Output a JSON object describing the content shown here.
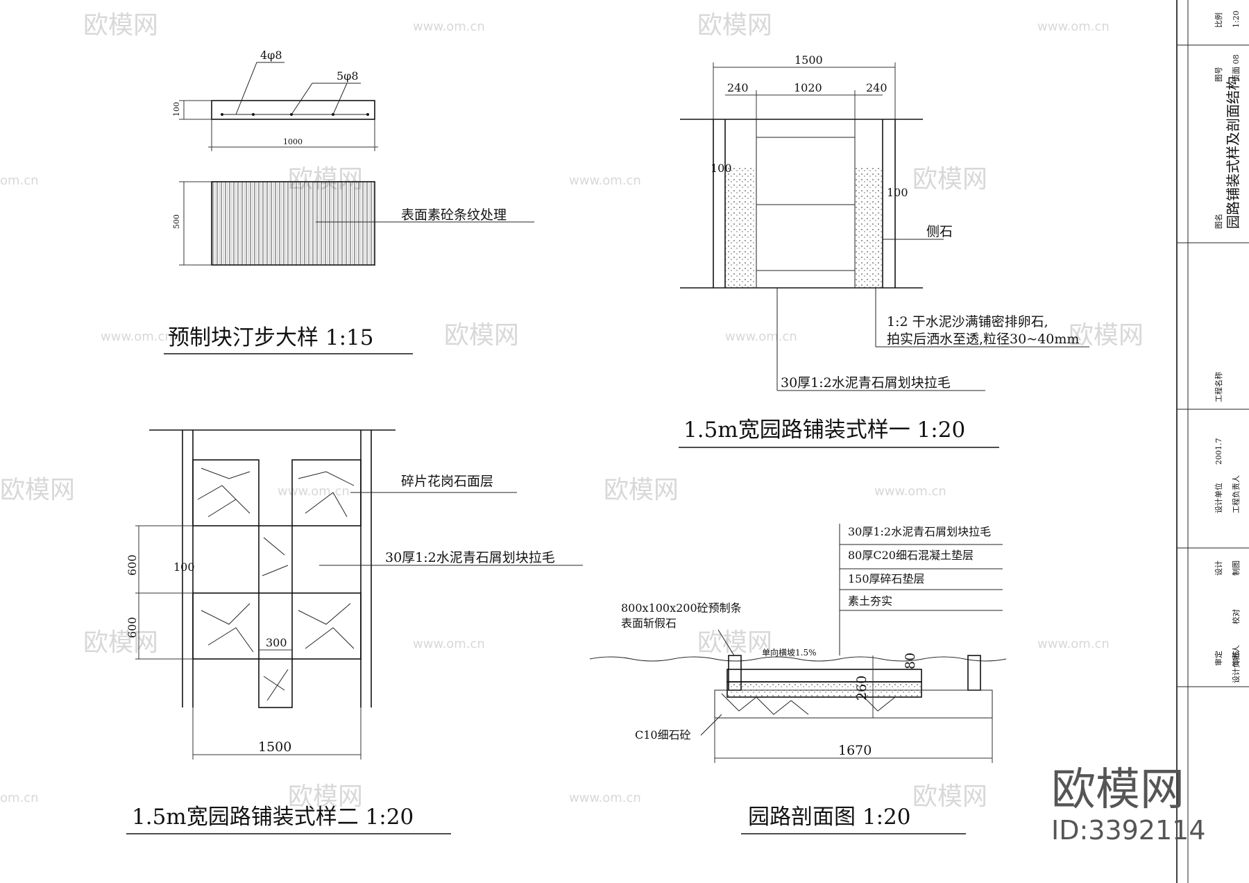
{
  "watermark": {
    "brand": "欧模网",
    "url": "www.om.cn",
    "url_short": "om.cn",
    "big_brand": "欧模网",
    "big_id": "ID:3392114"
  },
  "detail1": {
    "title": "预制块汀步大样  1:15",
    "rebar_top": "4φ8",
    "rebar_mid": "5φ8",
    "dim_h": "100",
    "dim_w": "1000",
    "dim_side": "500",
    "note": "表面素砼条纹处理"
  },
  "detail2": {
    "title": "1.5m宽园路铺装式样一  1:20",
    "total": "1500",
    "left": "240",
    "mid": "1020",
    "right": "240",
    "dim_left": "100",
    "dim_right": "100",
    "curb": "侧石",
    "note_pebble_1": "1:2  干水泥沙满铺密排卵石,",
    "note_pebble_2": "拍实后洒水至透,粒径30~40mm",
    "note_surface": "30厚1:2水泥青石屑划块拉毛"
  },
  "detail3": {
    "title": "1.5m宽园路铺装式样二  1:20",
    "note_granite": "碎片花岗石面层",
    "note_surface": "30厚1:2水泥青石屑划块拉毛",
    "dim_600a": "600",
    "dim_600b": "600",
    "dim_100": "100",
    "dim_300": "300",
    "dim_1500": "1500"
  },
  "detail4": {
    "title": "园路剖面图    1:20",
    "layer1": "30厚1:2水泥青石屑划块拉毛",
    "layer2": "80厚C20细石混凝土垫层",
    "layer3": "150厚碎石垫层",
    "layer4": "素土夯实",
    "curb_note_1": "800x100x200砼预制条",
    "curb_note_2": "表面斩假石",
    "slope": "单向横坡1.5%",
    "dim_80": "80",
    "dim_260": "260",
    "dim_1670": "1670",
    "base": "C10细石砼"
  },
  "titleblock": {
    "drawing_name": "园路铺装式样及剖面结构",
    "label_name": "图名",
    "scale_label": "比例",
    "scale_value": "1:20",
    "sheet_label": "图号",
    "sheet_value": "页面 08",
    "project": "工程名称",
    "date": "2001.7",
    "r1": "设计单位",
    "r2": "工程负责人",
    "r3": "设计",
    "r4": "制图",
    "r5": "校对",
    "r6": "审定",
    "r7": "审核",
    "r8": "设计负责人"
  }
}
